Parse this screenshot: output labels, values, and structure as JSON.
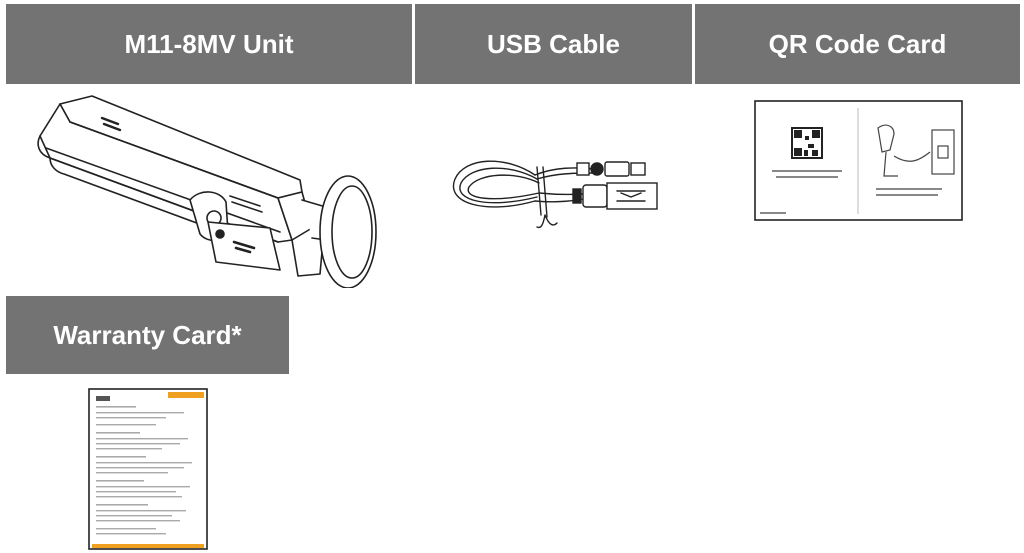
{
  "items": [
    {
      "label": "M11-8MV Unit"
    },
    {
      "label": "USB Cable"
    },
    {
      "label": "QR Code Card"
    },
    {
      "label": "Warranty Card*"
    }
  ],
  "colors": {
    "header_bg": "#737373",
    "header_text": "#ffffff",
    "warranty_accent": "#f0a020"
  },
  "icons": [
    "dashcam-unit-icon",
    "usb-cable-icon",
    "qr-code-card-icon",
    "warranty-card-icon"
  ]
}
